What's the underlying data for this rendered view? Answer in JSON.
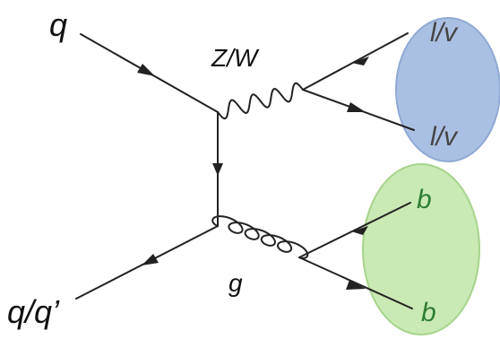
{
  "labels": {
    "quark_in": "q",
    "quark_out": "q/q’",
    "boson": "Z/W",
    "gluon": "g",
    "lepton_top": "l/v",
    "lepton_bottom": "l/v",
    "b_top": "b",
    "b_bottom": "b"
  },
  "colors": {
    "lepton_blob": "#aac0e2",
    "lepton_blob_stroke": "#8fa9d4",
    "bquark_blob": "#c9e9b5",
    "bquark_blob_stroke": "#a6d48c",
    "lines": "#222222",
    "b_text": "#2e7d32"
  }
}
